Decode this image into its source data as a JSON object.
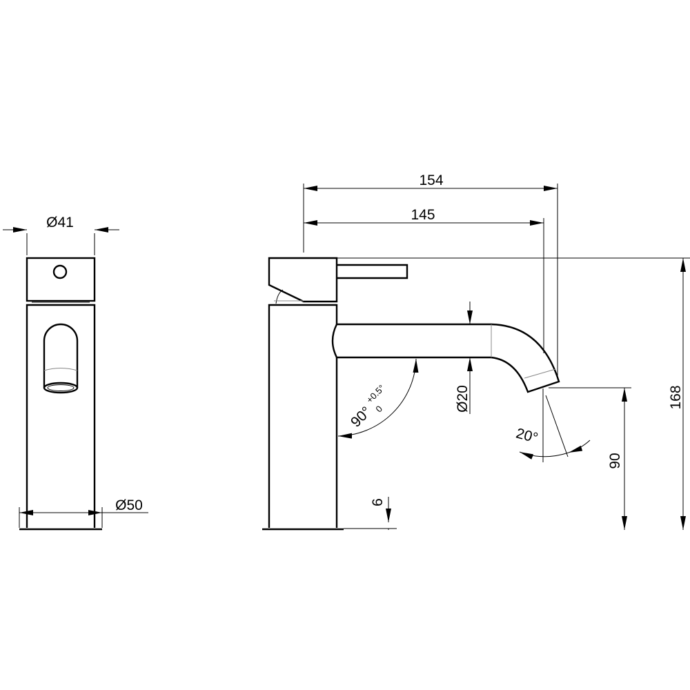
{
  "drawing": {
    "front_view": {
      "top_diameter": "Ø41",
      "base_diameter": "Ø50"
    },
    "side_view": {
      "overall_reach": "154",
      "spout_reach": "145",
      "overall_height": "168",
      "spout_height": "90",
      "base_thickness": "6",
      "spout_diameter": "Ø20",
      "spout_angle": "90°",
      "spout_angle_tol_upper": "+0.5°",
      "spout_angle_tol_lower": "0",
      "outlet_angle": "20°"
    }
  }
}
